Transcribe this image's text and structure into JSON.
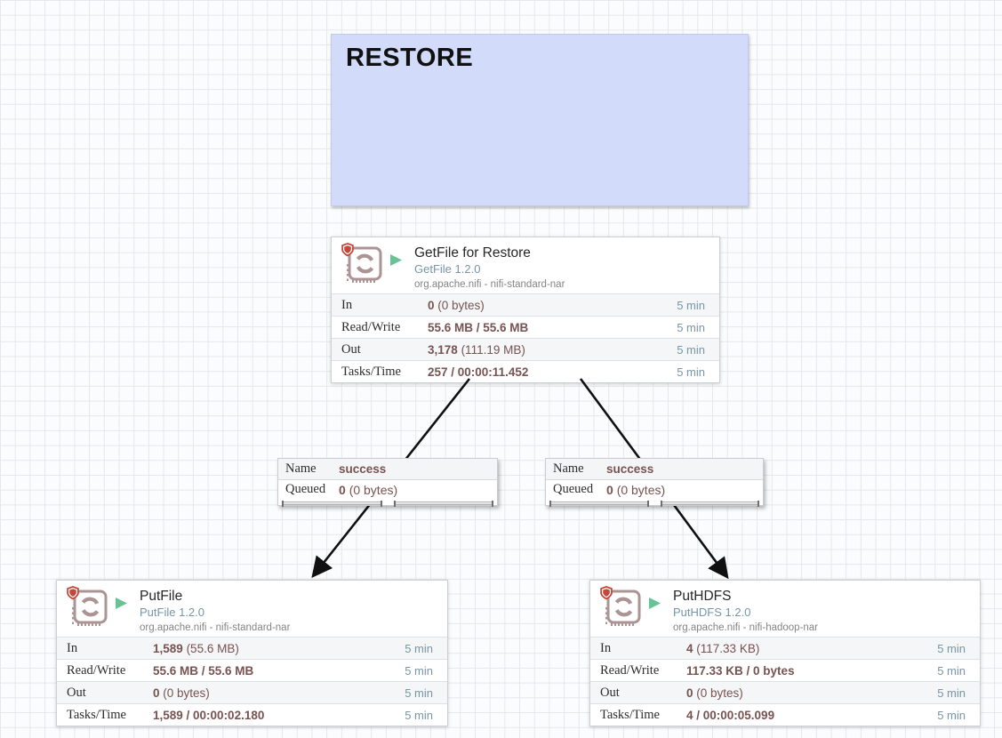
{
  "restore_label": {
    "text": "RESTORE",
    "fill": "#d2dcfa"
  },
  "processors": [
    {
      "name": "GetFile for Restore",
      "type": "GetFile 1.2.0",
      "bundle": "org.apache.nifi - nifi-standard-nar",
      "rows": [
        {
          "label": "In",
          "value": "0",
          "extra": "(0 bytes)",
          "time": "5 min"
        },
        {
          "label": "Read/Write",
          "value": "55.6 MB / 55.6 MB",
          "extra": "",
          "time": "5 min"
        },
        {
          "label": "Out",
          "value": "3,178",
          "extra": "(111.19 MB)",
          "time": "5 min"
        },
        {
          "label": "Tasks/Time",
          "value": "257 / 00:00:11.452",
          "extra": "",
          "time": "5 min"
        }
      ]
    },
    {
      "name": "PutFile",
      "type": "PutFile 1.2.0",
      "bundle": "org.apache.nifi - nifi-standard-nar",
      "rows": [
        {
          "label": "In",
          "value": "1,589",
          "extra": "(55.6 MB)",
          "time": "5 min"
        },
        {
          "label": "Read/Write",
          "value": "55.6 MB / 55.6 MB",
          "extra": "",
          "time": "5 min"
        },
        {
          "label": "Out",
          "value": "0",
          "extra": "(0 bytes)",
          "time": "5 min"
        },
        {
          "label": "Tasks/Time",
          "value": "1,589 / 00:00:02.180",
          "extra": "",
          "time": "5 min"
        }
      ]
    },
    {
      "name": "PutHDFS",
      "type": "PutHDFS 1.2.0",
      "bundle": "org.apache.nifi - nifi-hadoop-nar",
      "rows": [
        {
          "label": "In",
          "value": "4",
          "extra": "(117.33 KB)",
          "time": "5 min"
        },
        {
          "label": "Read/Write",
          "value": "117.33 KB / 0 bytes",
          "extra": "",
          "time": "5 min"
        },
        {
          "label": "Out",
          "value": "0",
          "extra": "(0 bytes)",
          "time": "5 min"
        },
        {
          "label": "Tasks/Time",
          "value": "4 / 00:00:05.099",
          "extra": "",
          "time": "5 min"
        }
      ]
    }
  ],
  "connections": [
    {
      "name_label": "Name",
      "name": "success",
      "queued_label": "Queued",
      "queued_value": "0",
      "queued_extra": "(0 bytes)"
    },
    {
      "name_label": "Name",
      "name": "success",
      "queued_label": "Queued",
      "queued_value": "0",
      "queued_extra": "(0 bytes)"
    }
  ],
  "colors": {
    "stat_value_brown": "#775351",
    "stat_time_blue": "#7896a4",
    "processor_type_blue": "#7795a5",
    "running_green": "#67c294",
    "restricted_shield_red": "#c5473b",
    "icon_brown": "#ab9493",
    "label_fill_blue": "#d2dcfa"
  }
}
